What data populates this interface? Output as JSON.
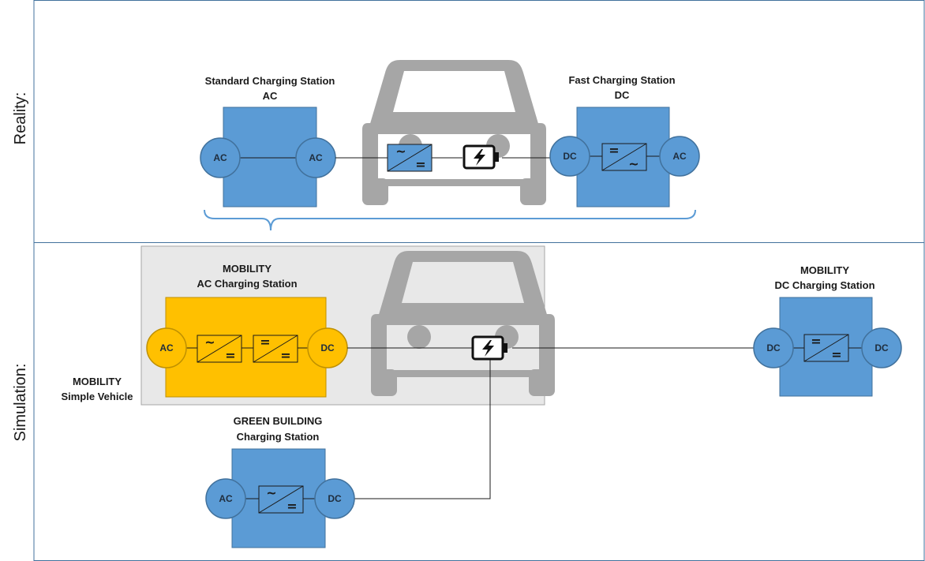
{
  "rows": {
    "reality": "Reality:",
    "simulation": "Simulation:"
  },
  "reality": {
    "standard_station": {
      "line1": "Standard Charging Station",
      "line2": "AC",
      "port_left": "AC",
      "port_right": "AC"
    },
    "vehicle": {
      "converter": {
        "top": "~",
        "bottom": "="
      }
    },
    "fast_station": {
      "line1": "Fast Charging Station",
      "line2": "DC",
      "port_left": "DC",
      "port_right": "AC",
      "converter": {
        "top": "=",
        "bottom": "~"
      }
    }
  },
  "simulation": {
    "simple_vehicle": {
      "line1": "MOBILITY",
      "line2": "Simple Vehicle"
    },
    "ac_station": {
      "line1": "MOBILITY",
      "line2": "AC Charging Station",
      "port_left": "AC",
      "port_right": "DC",
      "converter1": {
        "top": "~",
        "bottom": "="
      },
      "converter2": {
        "top": "=",
        "bottom": "="
      }
    },
    "dc_station": {
      "line1": "MOBILITY",
      "line2": "DC Charging Station",
      "port_left": "DC",
      "port_right": "DC",
      "converter": {
        "top": "=",
        "bottom": "="
      }
    },
    "green_building": {
      "line1": "GREEN BUILDING",
      "line2": "Charging Station",
      "port_left": "AC",
      "port_right": "DC",
      "converter": {
        "top": "~",
        "bottom": "="
      }
    }
  },
  "colors": {
    "blue_box": "#5b9bd5",
    "blue_stroke": "#41719c",
    "yellow_box": "#ffc000",
    "car_gray": "#a6a6a6",
    "vehicle_panel": "#e8e8e8",
    "frame_stroke": "#41719c"
  },
  "icons": [
    "car-icon",
    "battery-icon",
    "lightning-icon",
    "converter-icon",
    "brace-icon"
  ]
}
